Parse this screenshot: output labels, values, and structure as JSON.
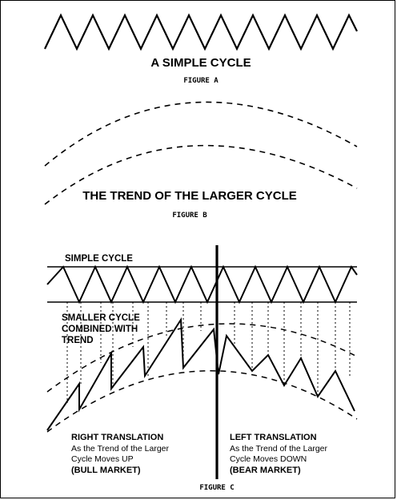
{
  "figure_a": {
    "title": "A SIMPLE CYCLE",
    "caption": "FIGURE A"
  },
  "figure_b": {
    "title": "THE TREND OF THE LARGER CYCLE",
    "caption": "FIGURE B"
  },
  "figure_c": {
    "simple_cycle_label": "SIMPLE CYCLE",
    "smaller_cycle_label": [
      "SMALLER CYCLE",
      "COMBINED WITH",
      "TREND"
    ],
    "right_translation": {
      "heading": "RIGHT TRANSLATION",
      "line1": "As the Trend of the Larger",
      "line2": "Cycle Moves UP",
      "line3": "(BULL MARKET)"
    },
    "left_translation": {
      "heading": "LEFT TRANSLATION",
      "line1": "As the Trend of the Larger",
      "line2": "Cycle Moves DOWN",
      "line3": "(BEAR MARKET)"
    },
    "caption": "FIGURE C"
  }
}
